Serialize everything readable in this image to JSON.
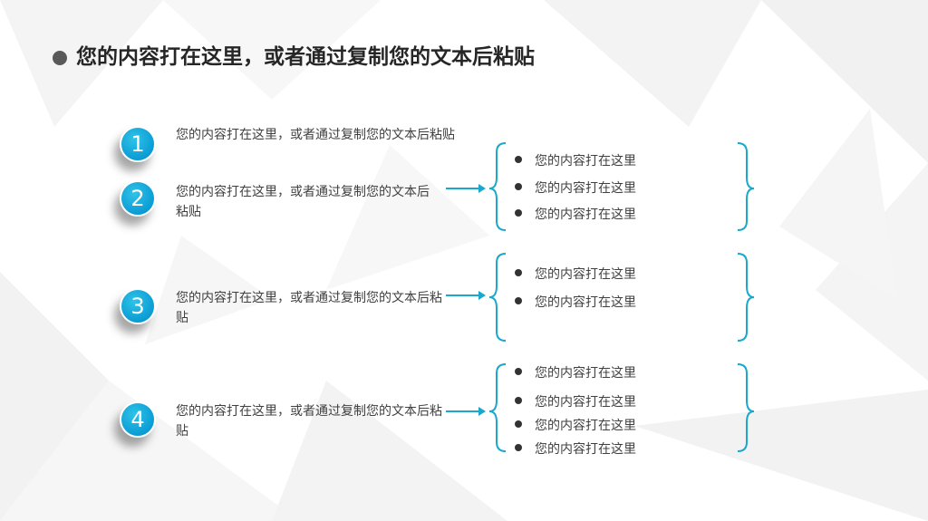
{
  "title": "您的内容打在这里，或者通过复制您的文本后粘贴",
  "items": [
    {
      "number": "1",
      "text": "您的内容打在这里，或者通过复制您的文本后粘贴"
    },
    {
      "number": "2",
      "text": "您的内容打在这里，或者通过复制您的文本后粘贴"
    },
    {
      "number": "3",
      "text": "您的内容打在这里，或者通过复制您的文本后粘贴"
    },
    {
      "number": "4",
      "text": "您的内容打在这里，或者通过复制您的文本后粘贴"
    }
  ],
  "groups": [
    {
      "bullets": [
        "您的内容打在这里",
        "您的内容打在这里",
        "您的内容打在这里"
      ]
    },
    {
      "bullets": [
        "您的内容打在这里",
        "您的内容打在这里"
      ]
    },
    {
      "bullets": [
        "您的内容打在这里",
        "您的内容打在这里",
        "您的内容打在这里",
        "您的内容打在这里"
      ]
    }
  ],
  "colors": {
    "accent": "#0a9cd4",
    "bracket": "#1aa8cc",
    "title": "#262626",
    "text": "#404040"
  }
}
